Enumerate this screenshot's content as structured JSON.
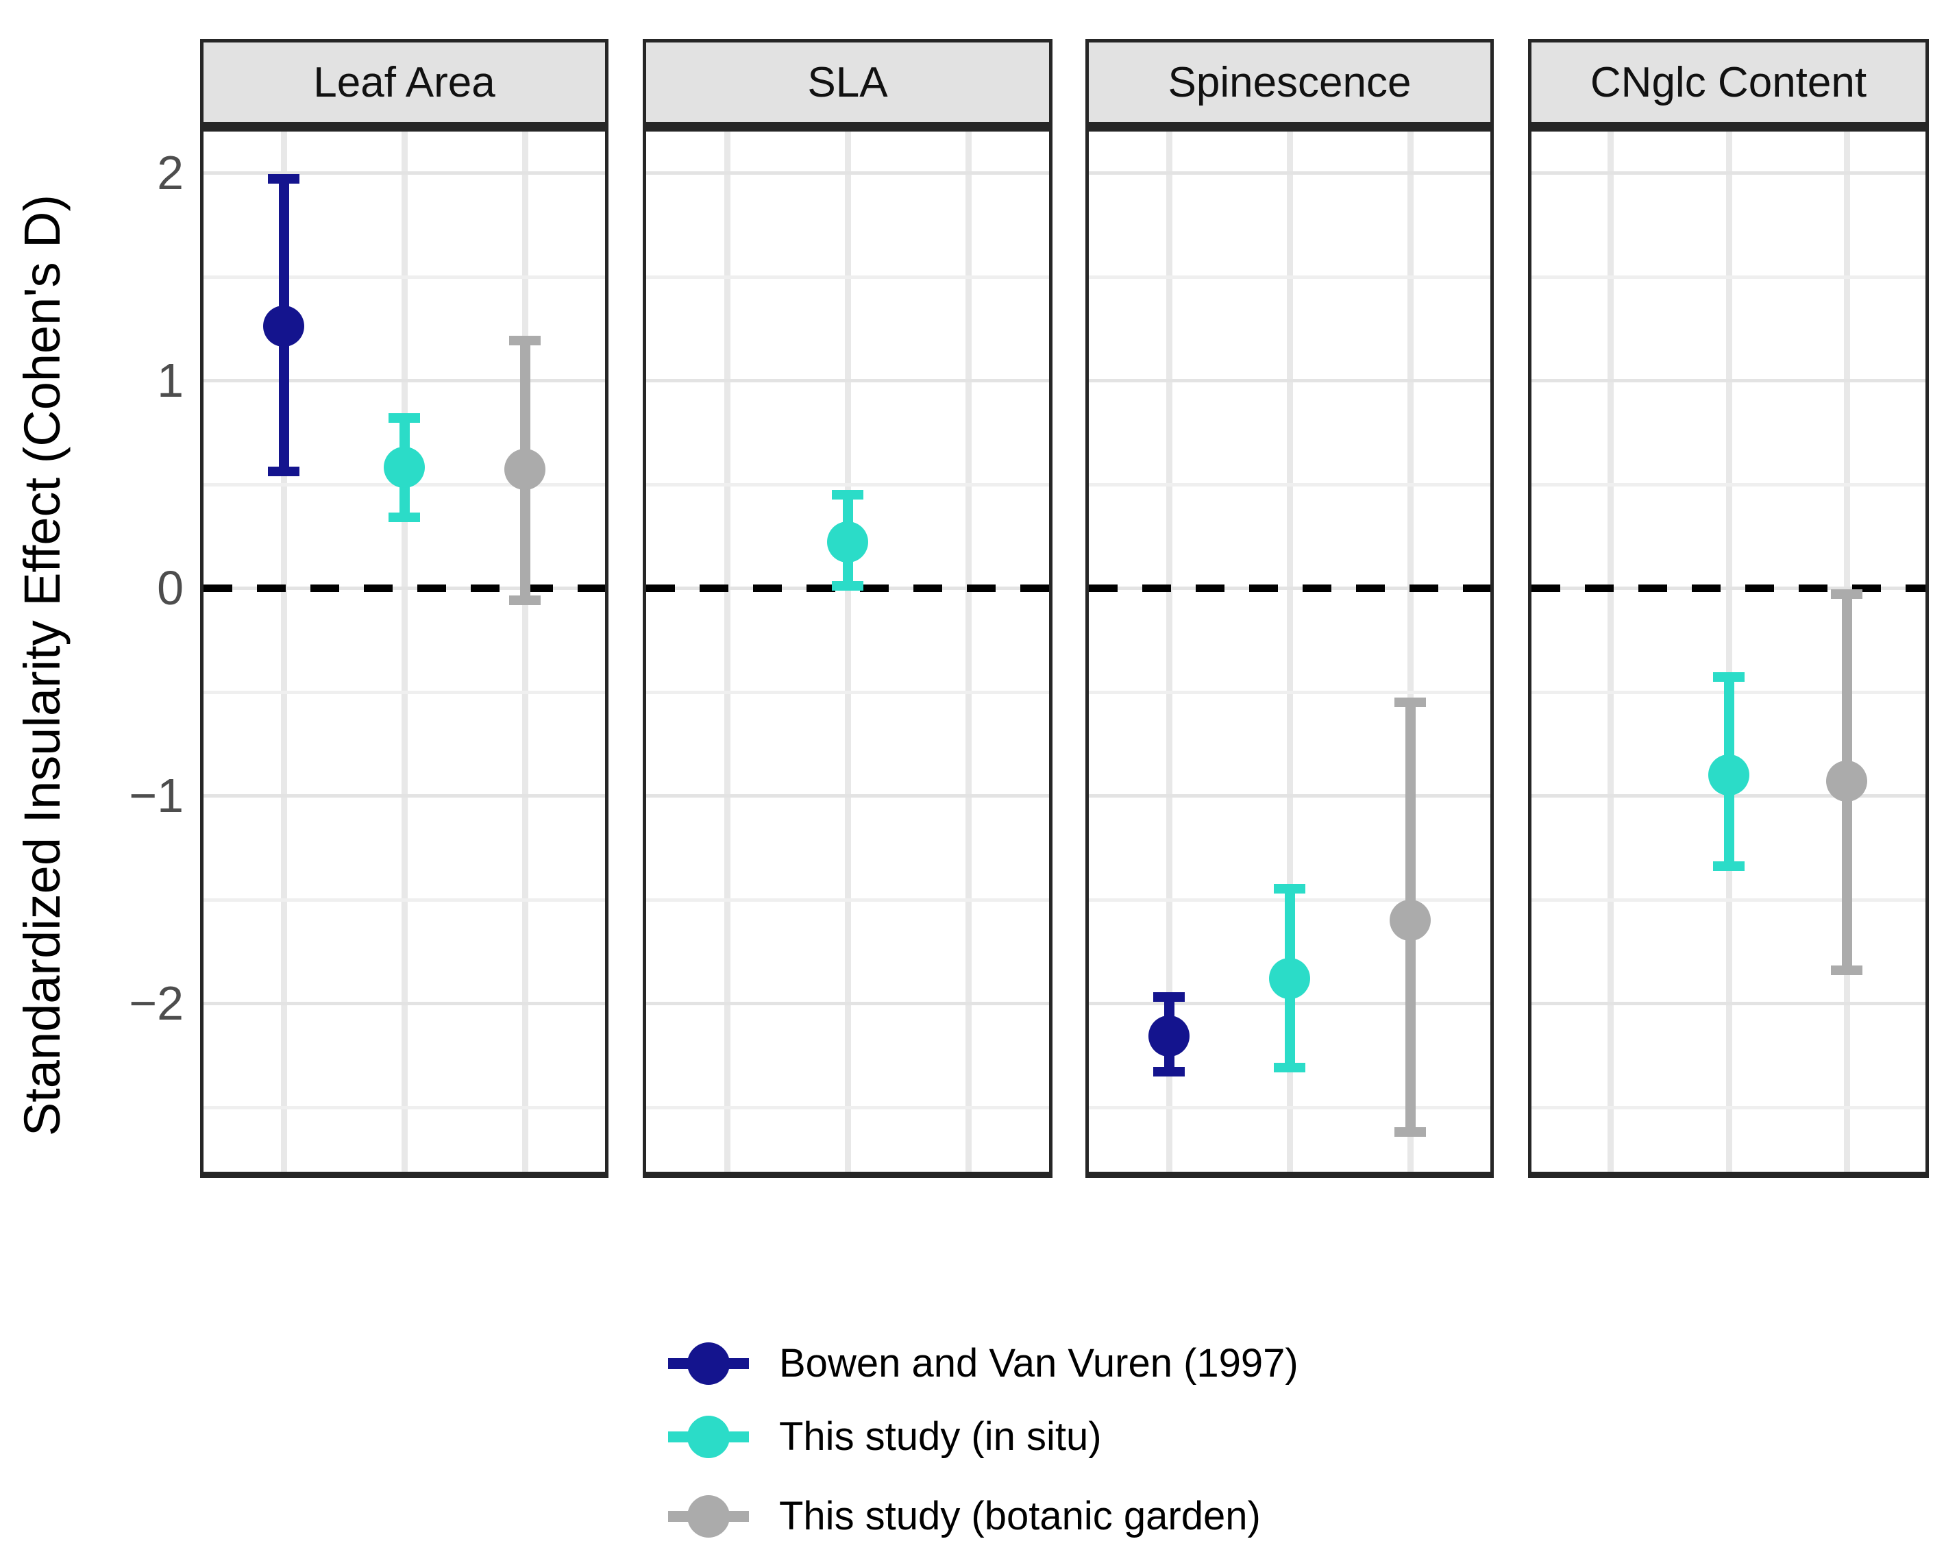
{
  "figure": {
    "y_axis_label": "Standardized Insularity Effect (Cohen's D)"
  },
  "chart_data": {
    "type": "pointrange",
    "title": "",
    "ylabel": "Standardized Insularity Effect (Cohen's D)",
    "xlabel": "",
    "ylim": [
      -2.8,
      2.2
    ],
    "y_ticks": [
      "2",
      "1",
      "0",
      "−1",
      "−2"
    ],
    "y_tick_values": [
      2,
      1,
      0,
      -1,
      -2
    ],
    "y_minor_gridlines": [
      1.5,
      0.5,
      -0.5,
      -1.5,
      -2.5
    ],
    "zero_reference_line": 0,
    "grid": true,
    "legend_position": "bottom",
    "facets": [
      "Leaf Area",
      "SLA",
      "Spinescence",
      "CNglc Content"
    ],
    "series": [
      {
        "name": "Bowen and Van Vuren (1997)",
        "color": "#14148e",
        "points": [
          {
            "facet": "Leaf Area",
            "mean": 1.26,
            "lower": 0.56,
            "upper": 1.97
          },
          null,
          {
            "facet": "Spinescence",
            "mean": -2.16,
            "lower": -2.33,
            "upper": -1.97
          },
          null
        ]
      },
      {
        "name": "This study (in situ)",
        "color": "#2bdcc8",
        "points": [
          {
            "facet": "Leaf Area",
            "mean": 0.58,
            "lower": 0.34,
            "upper": 0.82
          },
          {
            "facet": "SLA",
            "mean": 0.22,
            "lower": 0.01,
            "upper": 0.45
          },
          {
            "facet": "Spinescence",
            "mean": -1.88,
            "lower": -2.31,
            "upper": -1.45
          },
          {
            "facet": "CNglc Content",
            "mean": -0.9,
            "lower": -1.34,
            "upper": -0.43
          }
        ]
      },
      {
        "name": "This study (botanic garden)",
        "color": "#ababab",
        "points": [
          {
            "facet": "Leaf Area",
            "mean": 0.57,
            "lower": -0.06,
            "upper": 1.19
          },
          null,
          {
            "facet": "Spinescence",
            "mean": -1.6,
            "lower": -2.62,
            "upper": -0.55
          },
          {
            "facet": "CNglc Content",
            "mean": -0.93,
            "lower": -1.84,
            "upper": -0.03
          }
        ]
      }
    ],
    "colors": {
      "navy": "#14148e",
      "turquoise": "#2bdcc8",
      "gray": "#ababab"
    }
  }
}
